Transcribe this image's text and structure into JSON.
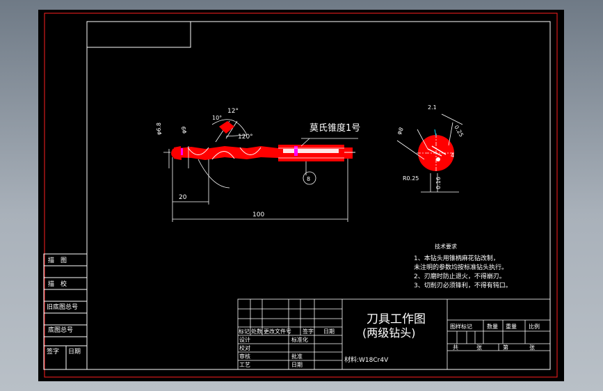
{
  "drawing": {
    "title_line1": "刀具工作图",
    "title_line2": "(两级钻头)",
    "material": "材料:W18Cr4V",
    "taper_label": "莫氏锥度1号",
    "dims": {
      "length_20": "20",
      "length_100": "100",
      "angle_120": "120°",
      "angle_12": "12°",
      "angle_10": "10°",
      "circle_8": "8",
      "dia_a": "φ6.8",
      "dia_b": "φ9",
      "dim_21": "2.1",
      "dim_025": "0.25",
      "dim_r025": "R0.25",
      "dim_4": "4",
      "dim_016": "0.16",
      "dim_phi8": "φ8"
    },
    "tech_req": {
      "heading": "技术要求",
      "items": [
        "1、本钻头用锥柄麻花钻改制，",
        "   未注明的参数均按标准钻头执行。",
        "2、刃磨时防止退火，不得崩刃。",
        "3、切削刃必须锋利，不得有钝口。"
      ]
    },
    "left_block": [
      "描　图",
      "描　校",
      "旧底图总号",
      "底图总号",
      "签字",
      "日期"
    ],
    "title_block": {
      "header_row": [
        "标记",
        "处数",
        "更改文件号",
        "签字",
        "日期"
      ],
      "rows": [
        "设计",
        "校对",
        "审核",
        "工艺"
      ],
      "std": "标准化",
      "approve": "批准",
      "date": "日期",
      "right_header": [
        "图样标记",
        "数量",
        "重量",
        "比例"
      ],
      "sheets": [
        "共",
        "张",
        "第",
        "张"
      ]
    }
  },
  "colors": {
    "sheet": "#000000",
    "border": "#ff2020",
    "lines": "#ffffff",
    "fill": "#ff0000",
    "accent": "#ff00ff"
  }
}
